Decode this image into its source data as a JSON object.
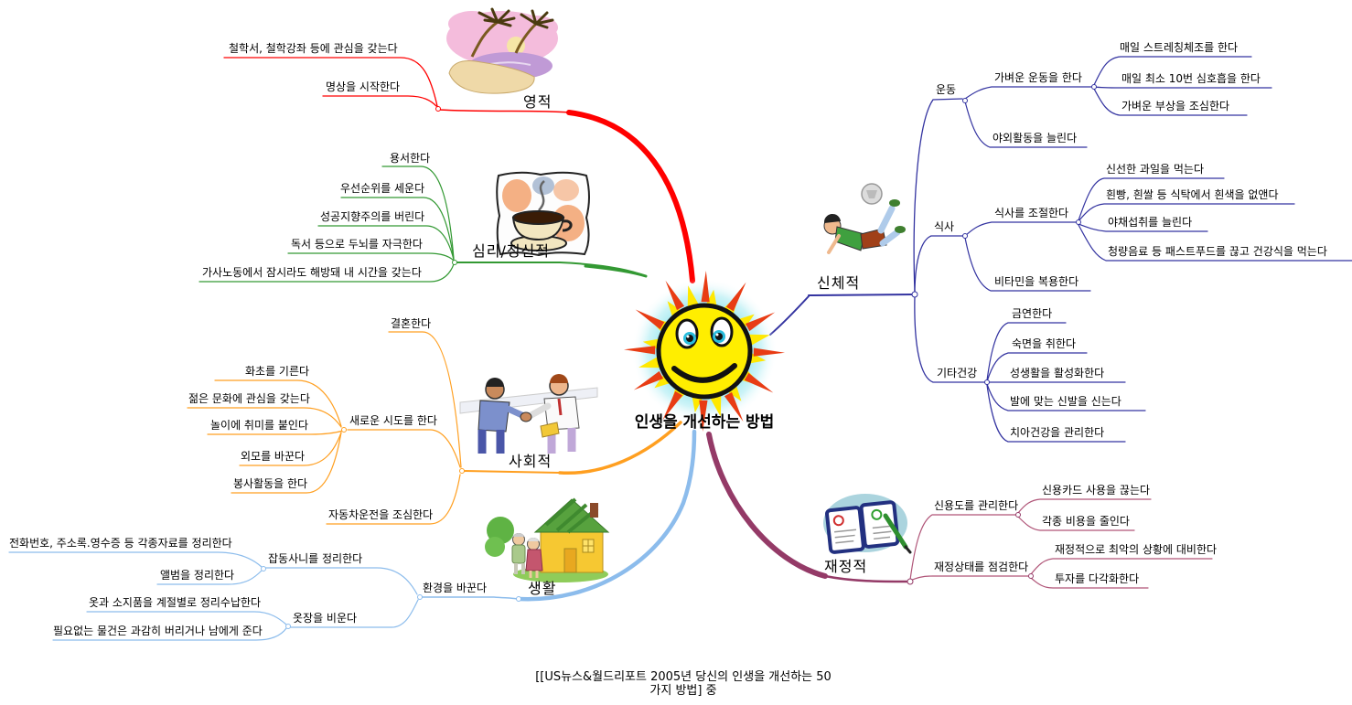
{
  "center": {
    "title": "인생을 개선하는 방법",
    "icon": "smiling-sun"
  },
  "caption": {
    "line1": "[[US뉴스&월드리포트 2005년 당신의 인생을 개선하는 50",
    "line2": "가지 방법] 중"
  },
  "colors": {
    "spiritual": "#FF0000",
    "mental": "#339933",
    "social": "#FF9F20",
    "life": "#8CBCEC",
    "physical": "#3333A0",
    "financial": "#943A67"
  },
  "images": {
    "spiritual": "beach-palm-sunset",
    "mental": "coffee-cup",
    "social": "handshake-businessmen",
    "life": "elderly-couple-house",
    "physical": "soccer-bicycle-kick",
    "financial": "planner-notebook-pen"
  },
  "branches": {
    "spiritual": {
      "label": "영적",
      "children": [
        "철학서, 철학강좌 등에 관심을 갖는다",
        "명상을 시작한다"
      ]
    },
    "mental": {
      "label": "심리/정신적",
      "children": [
        "용서한다",
        "우선순위를 세운다",
        "성공지향주의를 버린다",
        "독서 등으로 두뇌를 자극한다",
        "가사노동에서 잠시라도 해방돼 내 시간을 갖는다"
      ]
    },
    "social": {
      "label": "사회적",
      "children": [
        {
          "label": "결혼한다"
        },
        {
          "label": "새로운 시도를 한다",
          "children": [
            "화초를 기른다",
            "젊은 문화에 관심을 갖는다",
            "놀이에 취미를 붙인다",
            "외모를 바꾼다",
            "봉사활동을 한다"
          ]
        },
        {
          "label": "자동차운전을 조심한다"
        }
      ]
    },
    "life": {
      "label": "생활",
      "children": [
        {
          "label": "환경을 바꾼다",
          "children": [
            {
              "label": "잡동사니를 정리한다",
              "children": [
                "전화번호, 주소록.영수증 등 각종자료를 정리한다",
                "앨범을 정리한다"
              ]
            },
            {
              "label": "옷장을 비운다",
              "children": [
                "옷과 소지품을 계절별로 정리수납한다",
                "필요없는 물건은 과감히 버리거나 남에게 준다"
              ]
            }
          ]
        }
      ]
    },
    "physical": {
      "label": "신체적",
      "children": [
        {
          "label": "운동",
          "children": [
            {
              "label": "가벼운 운동을 한다",
              "children": [
                "매일 스트레칭체조를 한다",
                "매일 최소 10번 심호흡을 한다",
                "가벼운 부상을 조심한다"
              ]
            },
            {
              "label": "야외활동을 늘린다"
            }
          ]
        },
        {
          "label": "식사",
          "children": [
            {
              "label": "식사를 조절한다",
              "children": [
                "신선한 과일을 먹는다",
                "흰빵, 흰쌀 등 식탁에서 흰색을 없앤다",
                "야채섭취를 늘린다",
                "청량음료 등 패스트푸드를 끊고 건강식을 먹는다"
              ]
            },
            {
              "label": "비타민을 복용한다"
            }
          ]
        },
        {
          "label": "기타건강",
          "children": [
            "금연한다",
            "숙면을 취한다",
            "성생활을 활성화한다",
            "발에 맞는 신발을 신는다",
            "치아건강을 관리한다"
          ]
        }
      ]
    },
    "financial": {
      "label": "재정적",
      "children": [
        {
          "label": "신용도를 관리한다",
          "children": [
            "신용카드 사용을 끊는다",
            "각종 비용을 줄인다"
          ]
        },
        {
          "label": "재정상태를 점검한다",
          "children": [
            "재정적으로 최악의 상황에 대비한다",
            "투자를 다각화한다"
          ]
        }
      ]
    }
  }
}
